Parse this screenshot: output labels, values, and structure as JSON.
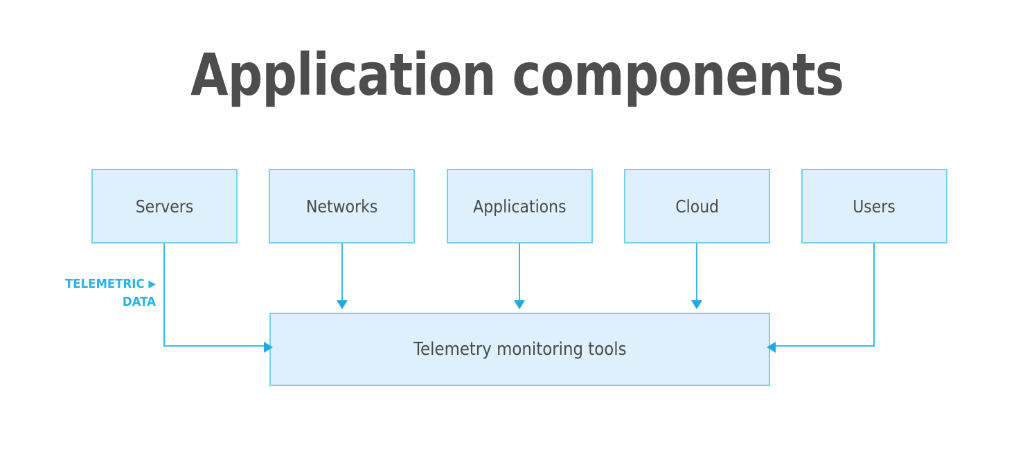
{
  "page": {
    "title": "Application components",
    "background_color": "#ffffff",
    "title_color": "#4d4d4d"
  },
  "theme": {
    "node_fill": "#ddf0fb",
    "node_border": "#73d2f4",
    "connector_color": "#36b9ec",
    "arrow_color": "#20a9e3",
    "accent_text": "#26b4e8",
    "node_text": "#4a4a4a"
  },
  "diagram": {
    "type": "flow",
    "sources": [
      {
        "id": "servers",
        "label": "Servers"
      },
      {
        "id": "networks",
        "label": "Networks"
      },
      {
        "id": "applications",
        "label": "Applications"
      },
      {
        "id": "cloud",
        "label": "Cloud"
      },
      {
        "id": "users",
        "label": "Users"
      }
    ],
    "sink": {
      "id": "telemetry-monitoring-tools",
      "label": "Telemetry monitoring tools"
    },
    "edge_caption": {
      "line1": "TELEMETRIC",
      "arrow_glyph": "▶",
      "line2": "DATA"
    },
    "edges": [
      {
        "from": "servers",
        "to": "telemetry-monitoring-tools",
        "style": "elbow-right",
        "arrow": "right"
      },
      {
        "from": "networks",
        "to": "telemetry-monitoring-tools",
        "style": "straight-down",
        "arrow": "down"
      },
      {
        "from": "applications",
        "to": "telemetry-monitoring-tools",
        "style": "straight-down",
        "arrow": "down"
      },
      {
        "from": "cloud",
        "to": "telemetry-monitoring-tools",
        "style": "straight-down",
        "arrow": "down"
      },
      {
        "from": "users",
        "to": "telemetry-monitoring-tools",
        "style": "elbow-left",
        "arrow": "left"
      }
    ]
  }
}
